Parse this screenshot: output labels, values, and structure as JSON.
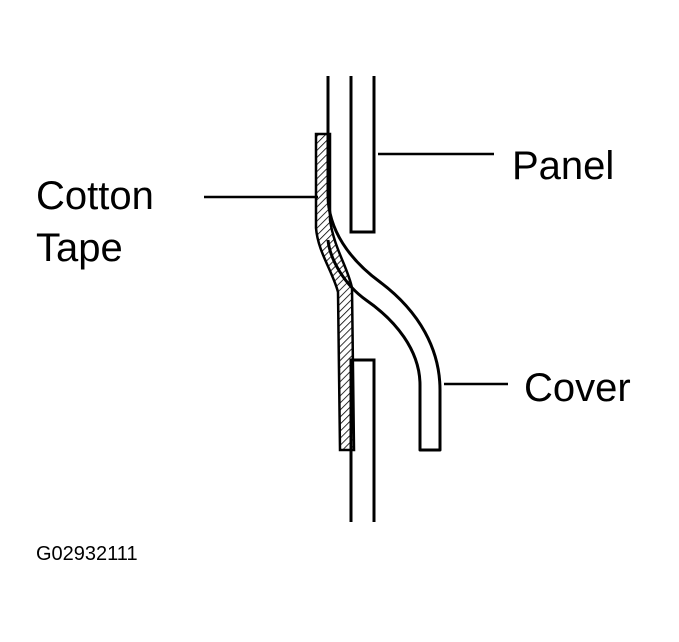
{
  "labels": {
    "cotton_tape_line1": "Cotton",
    "cotton_tape_line2": "Tape",
    "panel": "Panel",
    "cover": "Cover"
  },
  "figure_id": "G02932111",
  "colors": {
    "stroke": "#000000",
    "background": "#ffffff"
  }
}
